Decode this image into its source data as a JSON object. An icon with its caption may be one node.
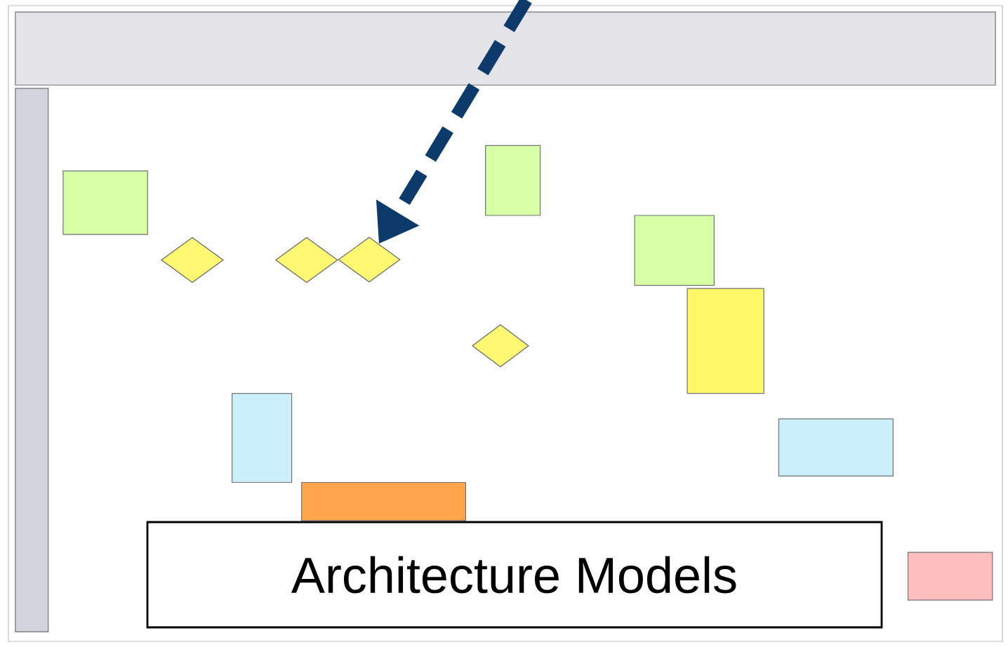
{
  "diagram": {
    "nodes": [
      {
        "text": [],
        "shape": "picture"
      },
      {
        "text": [],
        "shape": "diamond",
        "in": 0
      },
      {
        "text": [
          "Architecture Models"
        ],
        "in": 0
      }
    ],
    "edges": [
      {
        "from": null,
        "to": 1,
        "arrow": "to",
        "style": "dashed",
        "color": "#0b3a6b"
      }
    ]
  }
}
